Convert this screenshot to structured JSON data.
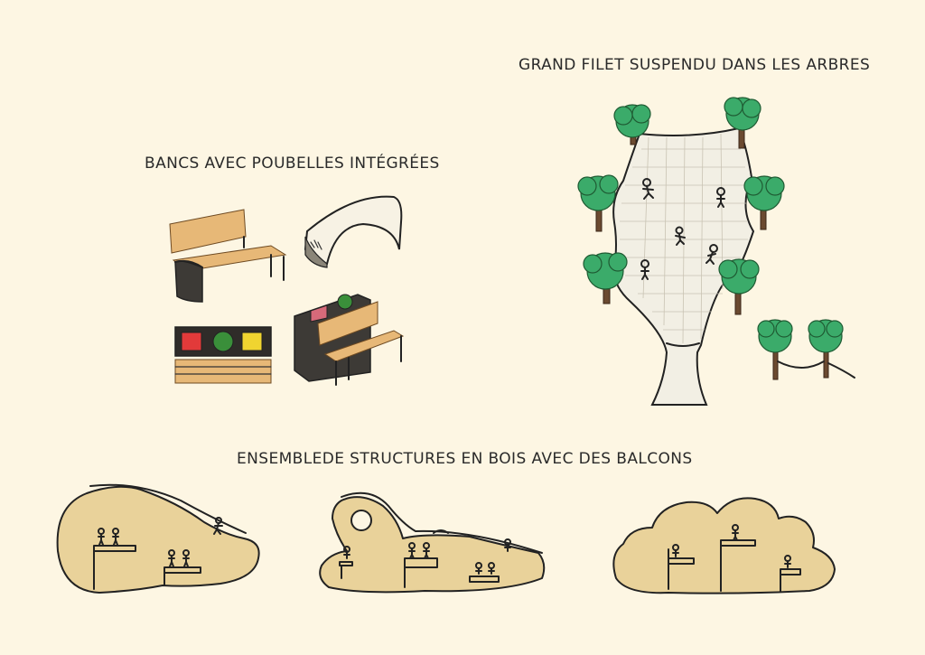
{
  "captions": {
    "net": "GRAND FILET SUSPENDU DANS LES ARBRES",
    "benches": "BANCS AVEC POUBELLES INTÉGRÉES",
    "wood": "ENSEMBLEDE STRUCTURES EN BOIS AVEC DES BALCONS"
  },
  "colors": {
    "paper": "#fdf6e3",
    "ink": "#222222",
    "foliage": "#3bab6a",
    "wood": "#e9d29a",
    "bin_red": "#e23a3a",
    "bin_green": "#3a8f3a",
    "bin_yellow": "#f0d430"
  }
}
